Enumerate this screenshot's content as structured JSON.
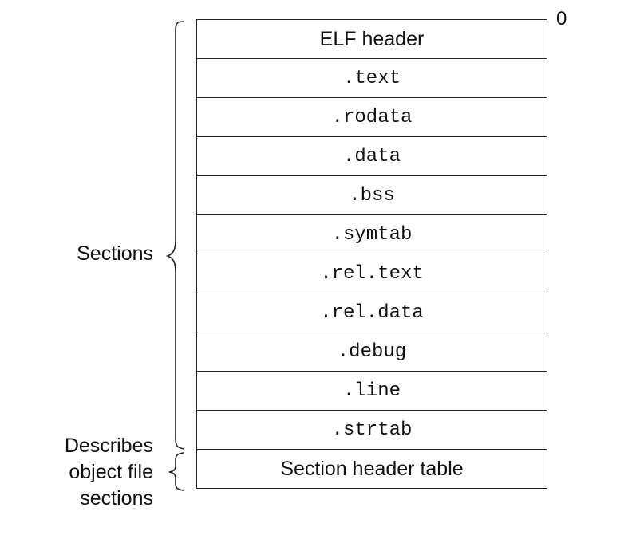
{
  "offset_label": "0",
  "rows": [
    {
      "label": "ELF header",
      "style": "sans"
    },
    {
      "label": ".text",
      "style": "mono"
    },
    {
      "label": ".rodata",
      "style": "mono"
    },
    {
      "label": ".data",
      "style": "mono"
    },
    {
      "label": ".bss",
      "style": "mono"
    },
    {
      "label": ".symtab",
      "style": "mono"
    },
    {
      "label": ".rel.text",
      "style": "mono"
    },
    {
      "label": ".rel.data",
      "style": "mono"
    },
    {
      "label": ".debug",
      "style": "mono"
    },
    {
      "label": ".line",
      "style": "mono"
    },
    {
      "label": ".strtab",
      "style": "mono"
    },
    {
      "label": "Section header table",
      "style": "sans"
    }
  ],
  "braces": {
    "sections_label": "Sections",
    "describes_label": [
      "Describes",
      "object file",
      "sections"
    ]
  }
}
